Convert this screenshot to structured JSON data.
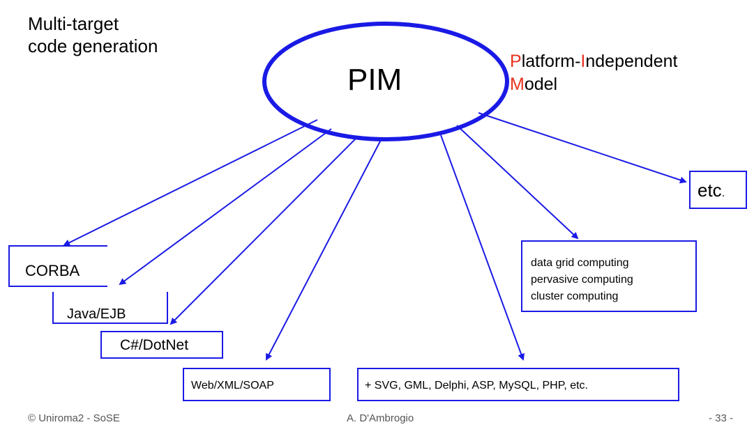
{
  "title_lines": [
    "Multi-target",
    "code generation"
  ],
  "pim": {
    "label": "PIM",
    "desc_line1_initial": "P",
    "desc_line1_mid": "latform-",
    "desc_line1_initial2": "I",
    "desc_line1_rest": "ndependent",
    "desc_line2_initial": "M",
    "desc_line2_rest": "odel"
  },
  "targets": {
    "corba": "CORBA",
    "java": "Java/EJB",
    "csharp": "C#/DotNet",
    "web": "Web/XML/SOAP",
    "misc": "+ SVG, GML, Delphi, ASP, MySQL, PHP, etc.",
    "grid": [
      "data grid computing",
      "pervasive computing",
      "cluster computing"
    ],
    "etc_main": "etc",
    "etc_dot": "."
  },
  "footer": {
    "left": "© Uniroma2 - SoSE",
    "center": "A. D'Ambrogio",
    "right": "- 33 -"
  },
  "colors": {
    "line": "#1a1ae6",
    "accent": "#e8321e"
  }
}
